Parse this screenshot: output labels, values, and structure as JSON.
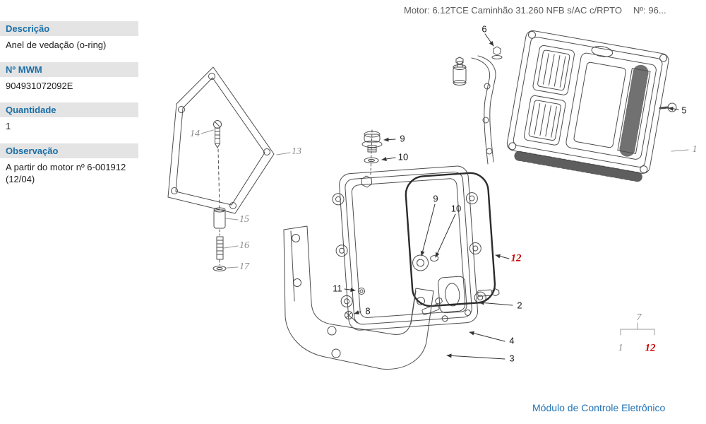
{
  "header": {
    "motor": "Motor: 6.12TCE Caminhão 31.260 NFB s/AC c/RPTO",
    "serial": "Nº: 96..."
  },
  "sidebar": {
    "fields": [
      {
        "label": "Descrição",
        "value": "Anel de vedação (o-ring)"
      },
      {
        "label": "Nº MWM",
        "value": "904931072092E"
      },
      {
        "label": "Quantidade",
        "value": "1"
      },
      {
        "label": "Observação",
        "value": "A partir do motor nº 6-001912 (12/04)"
      }
    ]
  },
  "diagram": {
    "title": "Módulo de Controle Eletrônico",
    "highlighted_part": "12",
    "callouts": [
      {
        "label": "6"
      },
      {
        "label": "5"
      },
      {
        "label": "1"
      },
      {
        "label": "9"
      },
      {
        "label": "10"
      },
      {
        "label": "14"
      },
      {
        "label": "13"
      },
      {
        "label": "15"
      },
      {
        "label": "16"
      },
      {
        "label": "17"
      },
      {
        "label": "9"
      },
      {
        "label": "10"
      },
      {
        "label": "12"
      },
      {
        "label": "2"
      },
      {
        "label": "11"
      },
      {
        "label": "8"
      },
      {
        "label": "4"
      },
      {
        "label": "3"
      },
      {
        "label": "7"
      },
      {
        "label": "1"
      },
      {
        "label": "12"
      }
    ]
  },
  "colors": {
    "accent_blue": "#1b6fa8",
    "title_blue": "#2273b5",
    "highlight_red": "#cc0000",
    "ref_gray": "#8a8a8a",
    "band_gray": "#e4e4e4"
  }
}
